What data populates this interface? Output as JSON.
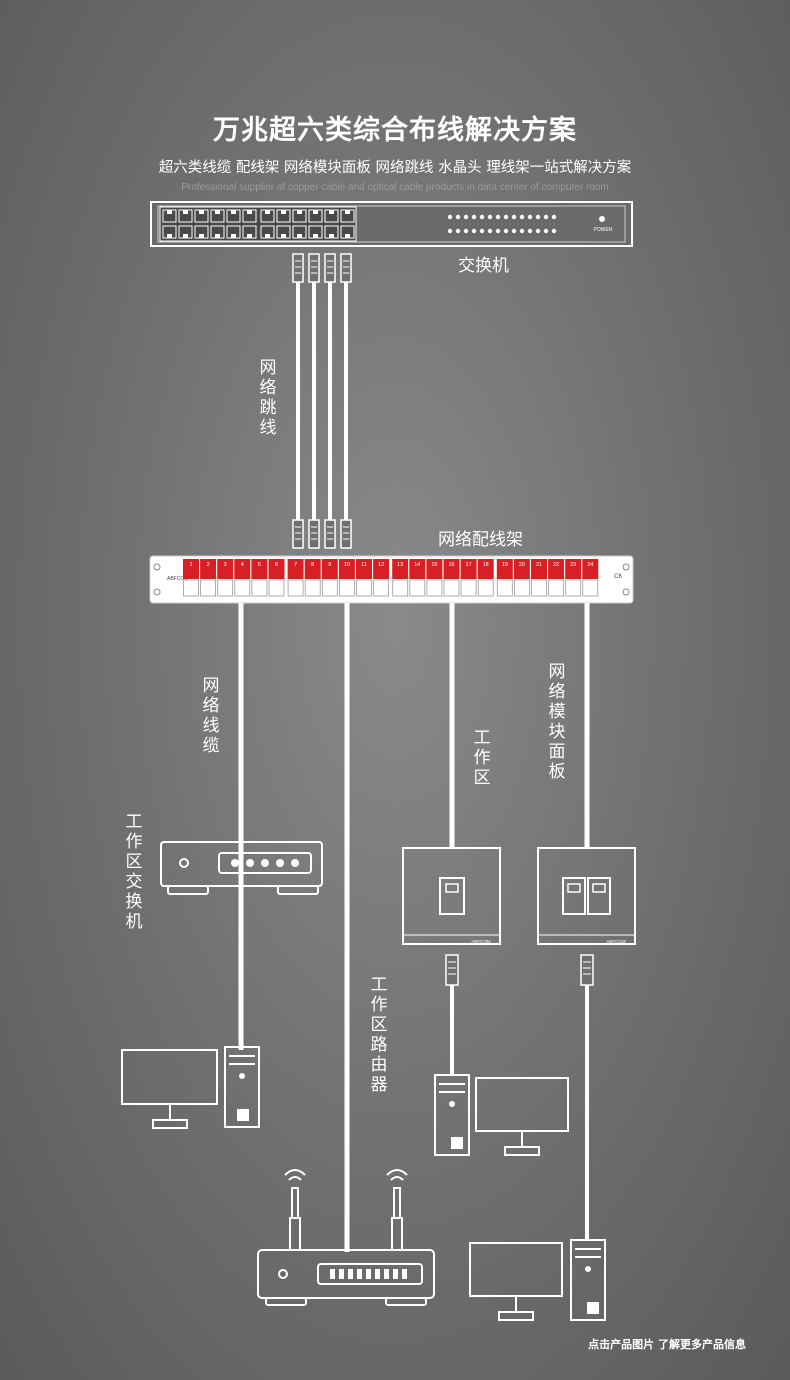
{
  "header": {
    "title": "万兆超六类综合布线解决方案",
    "subtitle": "超六类线缆  配线架  网络模块面板  网络跳线  水晶头  理线架一站式解决方案",
    "english": "Professional supplier of copper cable and optical cable products in data center of computer room"
  },
  "switch": {
    "label": "交换机",
    "power_label": "POWER"
  },
  "labels": {
    "patch_cord": "网络跳线",
    "patch_panel": "网络配线架",
    "network_cable": "网络线缆",
    "work_area": "工作区",
    "faceplate": "网络模块面板",
    "work_switch": "工作区交换机",
    "work_router": "工作区路由器"
  },
  "patch_panel": {
    "ports": [
      "1",
      "2",
      "3",
      "4",
      "5",
      "6",
      "7",
      "8",
      "9",
      "10",
      "11",
      "12",
      "13",
      "14",
      "15",
      "16",
      "17",
      "18",
      "19",
      "20",
      "21",
      "22",
      "23",
      "24"
    ],
    "brand": "ABFCOM",
    "cat_label": "C6"
  },
  "faceplate": {
    "brand": "ABFCOM"
  },
  "footer": {
    "text": "点击产品图片 了解更多产品信息"
  },
  "colors": {
    "accent_red": "#d91f26",
    "line_white": "#ffffff"
  }
}
